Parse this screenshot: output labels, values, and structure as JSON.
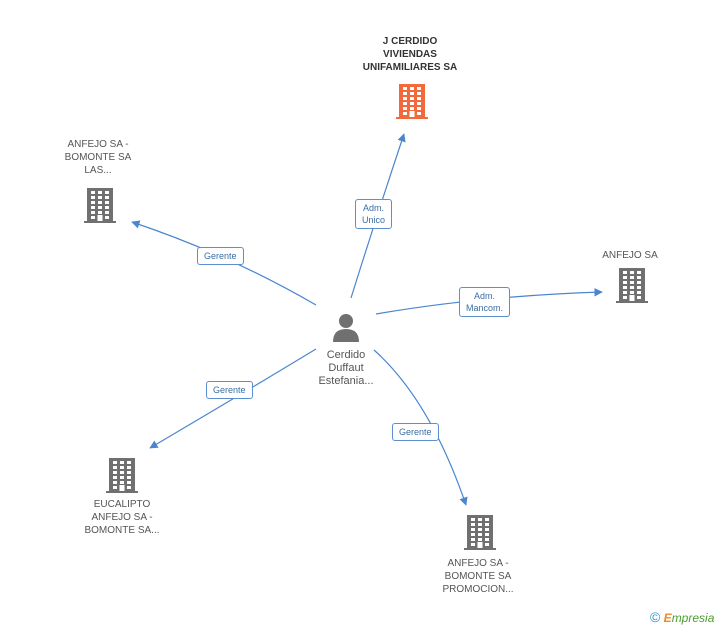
{
  "person": {
    "label": "Cerdido\nDuffaut\nEstefania...",
    "icon": "person-icon"
  },
  "companies": [
    {
      "id": "c1",
      "label": "J CERDIDO\nVIVIENDAS\nUNIFAMILIARES SA",
      "icon": "building-icon",
      "color": "#f26a3b",
      "highlight": true
    },
    {
      "id": "c2",
      "label": "ANFEJO SA -\nBOMONTE SA\nLAS...",
      "icon": "building-icon",
      "color": "#707070"
    },
    {
      "id": "c3",
      "label": "ANFEJO SA",
      "icon": "building-icon",
      "color": "#707070"
    },
    {
      "id": "c4",
      "label": "EUCALIPTO\nANFEJO SA -\nBOMONTE SA...",
      "icon": "building-icon",
      "color": "#707070"
    },
    {
      "id": "c5",
      "label": "ANFEJO SA -\nBOMONTE SA\nPROMOCION...",
      "icon": "building-icon",
      "color": "#707070"
    }
  ],
  "edges": [
    {
      "to": "c1",
      "label": "Adm.\nUnico"
    },
    {
      "to": "c2",
      "label": "Gerente"
    },
    {
      "to": "c3",
      "label": "Adm.\nMancom."
    },
    {
      "to": "c4",
      "label": "Gerente"
    },
    {
      "to": "c5",
      "label": "Gerente"
    }
  ],
  "footer": {
    "copyright": "©",
    "brand_initial": "E",
    "brand_rest": "mpresia"
  },
  "colors": {
    "edge": "#4a86cf",
    "building": "#707070",
    "highlight": "#f26a3b",
    "person": "#707070"
  }
}
